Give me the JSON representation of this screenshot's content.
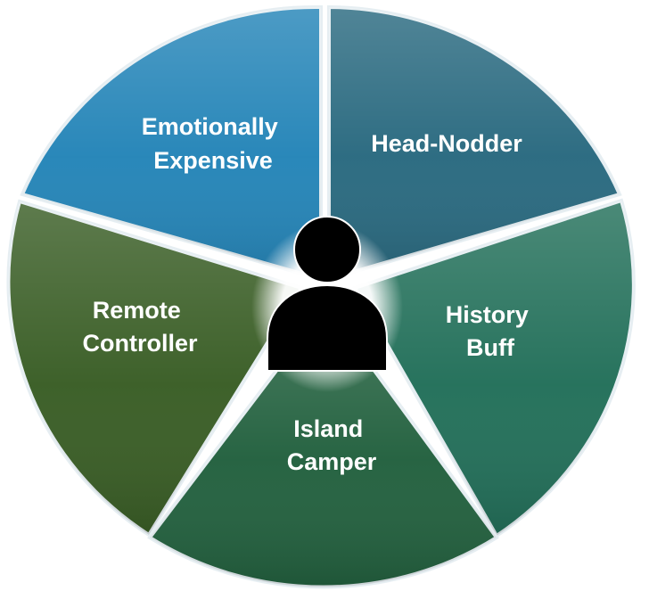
{
  "diagram": {
    "segments": [
      {
        "id": "head-nodder",
        "lines": [
          "Head-Nodder"
        ],
        "color": "#2a6a80"
      },
      {
        "id": "history-buff",
        "lines": [
          "History",
          "Buff"
        ],
        "color": "#23705a"
      },
      {
        "id": "island-camper",
        "lines": [
          "Island",
          "Camper"
        ],
        "color": "#23613f"
      },
      {
        "id": "remote-controller",
        "lines": [
          "Remote",
          "Controller"
        ],
        "color": "#3a5e26"
      },
      {
        "id": "emotionally-expensive",
        "lines": [
          "Emotionally",
          "Expensive"
        ],
        "color": "#2585b8"
      }
    ],
    "center_icon": "person-icon"
  }
}
